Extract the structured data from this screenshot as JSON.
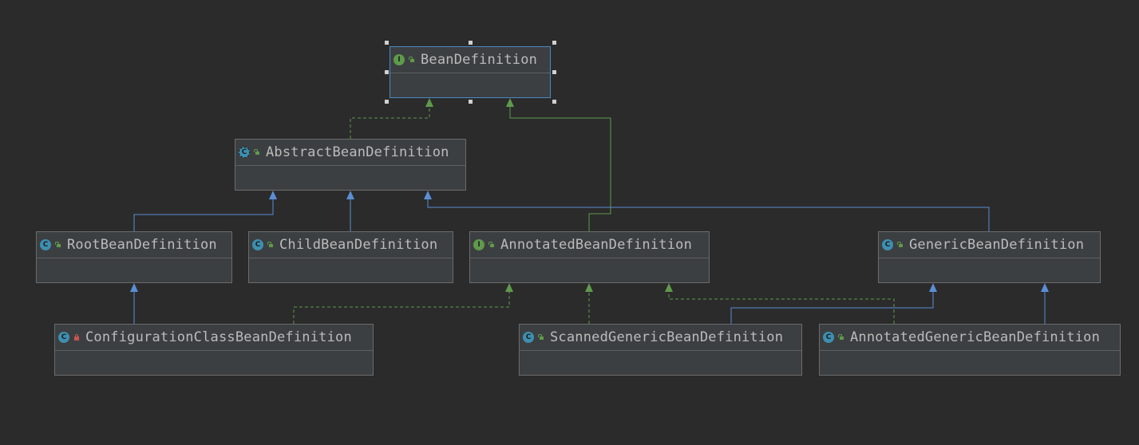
{
  "diagram": {
    "nodes": [
      {
        "id": "BeanDefinition",
        "name": "BeanDefinition",
        "kind": "interface",
        "visibility": "public",
        "selected": true
      },
      {
        "id": "AbstractBeanDefinition",
        "name": "AbstractBeanDefinition",
        "kind": "abstract-class",
        "visibility": "public"
      },
      {
        "id": "RootBeanDefinition",
        "name": "RootBeanDefinition",
        "kind": "class",
        "visibility": "public"
      },
      {
        "id": "ChildBeanDefinition",
        "name": "ChildBeanDefinition",
        "kind": "class",
        "visibility": "public"
      },
      {
        "id": "AnnotatedBeanDefinition",
        "name": "AnnotatedBeanDefinition",
        "kind": "interface",
        "visibility": "public"
      },
      {
        "id": "GenericBeanDefinition",
        "name": "GenericBeanDefinition",
        "kind": "class",
        "visibility": "public"
      },
      {
        "id": "ConfigurationClassBeanDefinition",
        "name": "ConfigurationClassBeanDefinition",
        "kind": "class",
        "visibility": "private"
      },
      {
        "id": "ScannedGenericBeanDefinition",
        "name": "ScannedGenericBeanDefinition",
        "kind": "class",
        "visibility": "public"
      },
      {
        "id": "AnnotatedGenericBeanDefinition",
        "name": "AnnotatedGenericBeanDefinition",
        "kind": "class",
        "visibility": "public"
      }
    ],
    "edges": [
      {
        "from": "AbstractBeanDefinition",
        "to": "BeanDefinition",
        "type": "implements"
      },
      {
        "from": "AnnotatedBeanDefinition",
        "to": "BeanDefinition",
        "type": "extends-interface"
      },
      {
        "from": "RootBeanDefinition",
        "to": "AbstractBeanDefinition",
        "type": "extends"
      },
      {
        "from": "ChildBeanDefinition",
        "to": "AbstractBeanDefinition",
        "type": "extends"
      },
      {
        "from": "GenericBeanDefinition",
        "to": "AbstractBeanDefinition",
        "type": "extends"
      },
      {
        "from": "ConfigurationClassBeanDefinition",
        "to": "RootBeanDefinition",
        "type": "extends"
      },
      {
        "from": "ConfigurationClassBeanDefinition",
        "to": "AnnotatedBeanDefinition",
        "type": "implements"
      },
      {
        "from": "ScannedGenericBeanDefinition",
        "to": "AnnotatedBeanDefinition",
        "type": "implements"
      },
      {
        "from": "ScannedGenericBeanDefinition",
        "to": "GenericBeanDefinition",
        "type": "extends"
      },
      {
        "from": "AnnotatedGenericBeanDefinition",
        "to": "AnnotatedBeanDefinition",
        "type": "implements"
      },
      {
        "from": "AnnotatedGenericBeanDefinition",
        "to": "GenericBeanDefinition",
        "type": "extends"
      }
    ],
    "colors": {
      "background": "#2b2b2b",
      "node_fill": "#3c3f41",
      "node_border": "#6b6b6b",
      "selected_border": "#4a88c7",
      "extends_line": "#5a8ed6",
      "implements_line": "#5f9a4b",
      "title_text": "#bbbbbb"
    },
    "icons": {
      "interface": "interface-icon",
      "class": "class-icon",
      "abstract-class": "abstract-class-icon",
      "public": "unlocked-icon",
      "private": "locked-icon"
    }
  }
}
